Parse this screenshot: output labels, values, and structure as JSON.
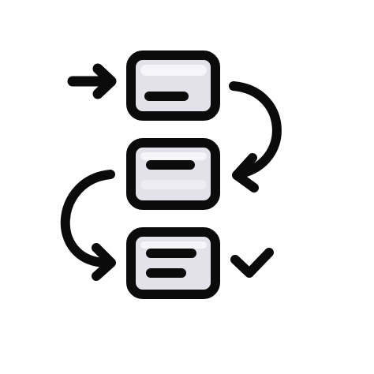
{
  "icon": {
    "name": "workflow-process-icon",
    "description_parts": [
      "entry-arrow",
      "step-card",
      "curved-arrow",
      "checkmark"
    ],
    "colors": {
      "outline": "#0b0b0b",
      "card_fill": "#e3e1ea",
      "card_highlight": "#f6f5fa",
      "background": "#ffffff"
    },
    "steps": [
      {
        "id": "step-1",
        "lines": 1
      },
      {
        "id": "step-2",
        "lines": 1
      },
      {
        "id": "step-3",
        "lines": 2
      }
    ],
    "connectors": [
      "entry-arrow",
      "curved-arrow-right",
      "curved-arrow-left"
    ],
    "completion_indicator": "check-icon"
  }
}
